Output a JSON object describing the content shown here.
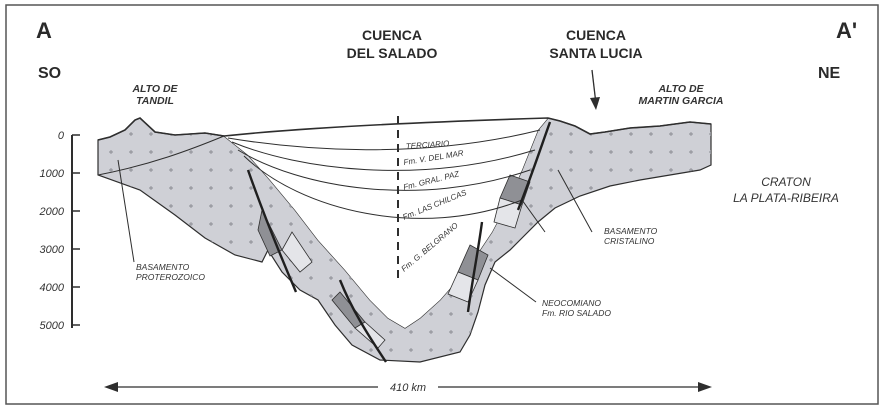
{
  "corner_labels": {
    "left_section": "A",
    "right_section": "A'",
    "left_dir": "SO",
    "right_dir": "NE"
  },
  "basins": {
    "salado": [
      "CUENCA",
      "DEL SALADO"
    ],
    "santa_lucia": [
      "CUENCA",
      "SANTA LUCIA"
    ]
  },
  "highs": {
    "tandil": [
      "ALTO DE",
      "TANDIL"
    ],
    "martin_garcia": [
      "ALTO DE",
      "MARTIN GARCIA"
    ]
  },
  "craton": [
    "CRATON",
    "LA PLATA-RIBEIRA"
  ],
  "formations": {
    "terciario": "TERCIARIO",
    "del_mar": "Fm. V. DEL MAR",
    "gral_paz": "Fm. GRAL. PAZ",
    "las_chilcas": "Fm. LAS CHILCAS",
    "belgrano": "Fm. G. BELGRANO"
  },
  "basement": {
    "proterozoic": [
      "BASAMENTO",
      "PROTEROZOICO"
    ],
    "crystalline": [
      "BASAMENTO",
      "CRISTALINO"
    ],
    "neocomiano": [
      "NEOCOMIANO",
      "Fm. RIO SALADO"
    ]
  },
  "depth_ticks": [
    "0",
    "1000",
    "2000",
    "3000",
    "4000",
    "5000"
  ],
  "scale_label": "410 km",
  "colors": {
    "basement_fill": "#cfd0d6",
    "dark_wedge": "#8f9095",
    "light_wedge": "#e4e5e9",
    "line": "#2e2e2e"
  }
}
